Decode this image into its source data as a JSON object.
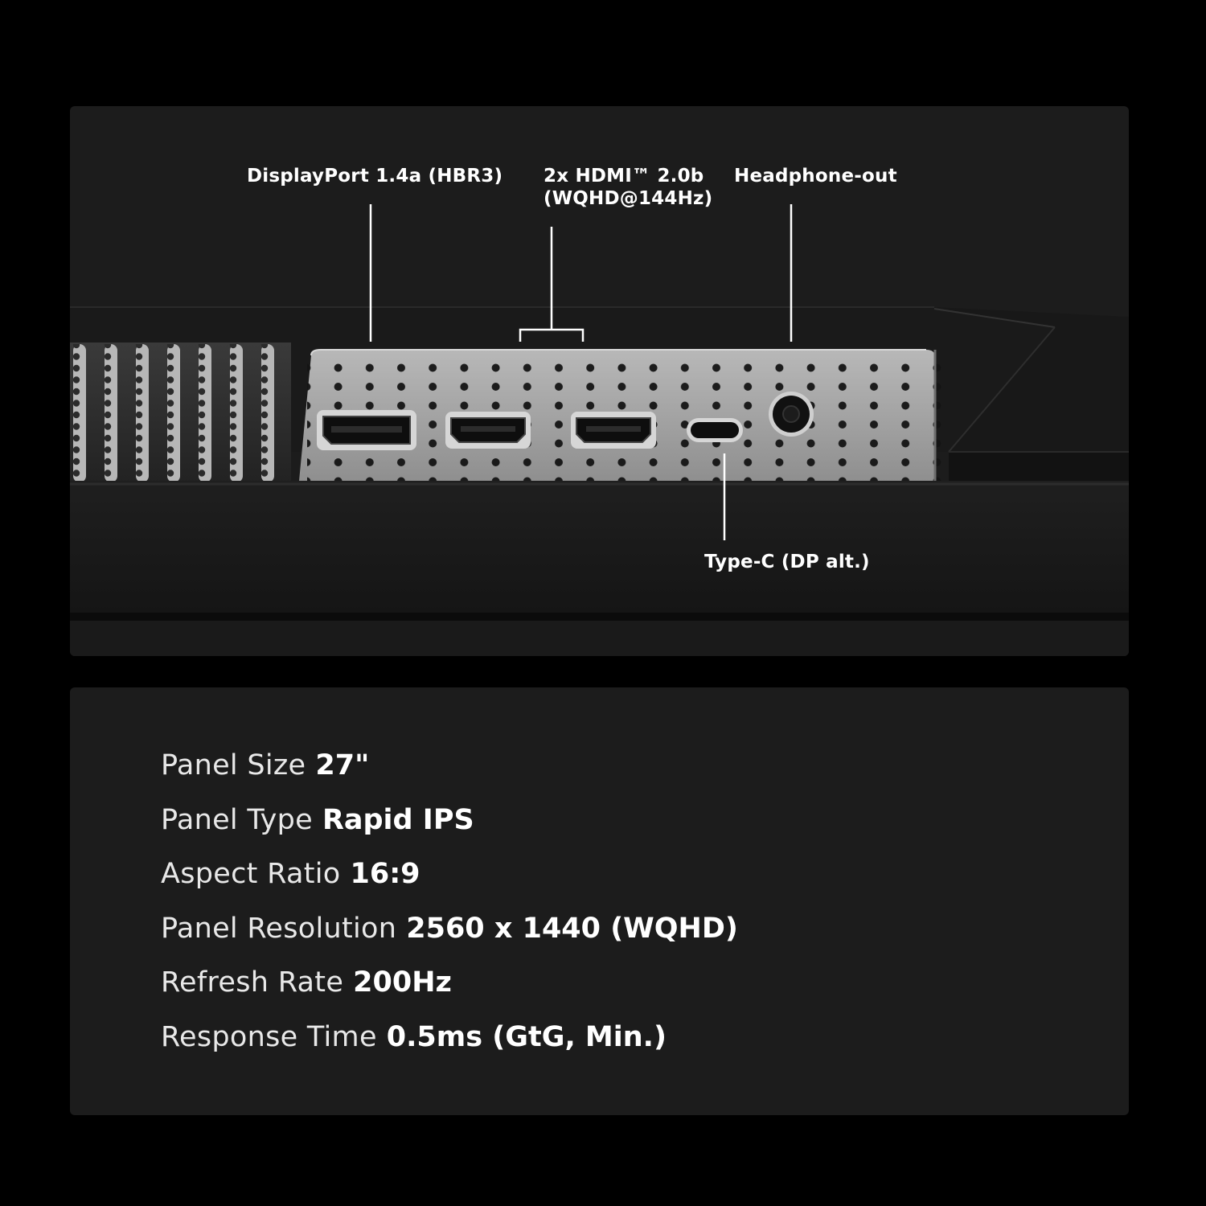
{
  "ports": {
    "displayport_label": "DisplayPort 1.4a (HBR3)",
    "hdmi_label_line1": "2x HDMI™ 2.0b",
    "hdmi_label_line2": "(WQHD@144Hz)",
    "headphone_label": "Headphone-out",
    "typec_label": "Type-C (DP alt.)"
  },
  "specs": [
    {
      "label": "Panel Size",
      "value": "27\""
    },
    {
      "label": "Panel Type",
      "value": "Rapid IPS"
    },
    {
      "label": "Aspect Ratio",
      "value": "16:9"
    },
    {
      "label": "Panel Resolution",
      "value": "2560 x 1440 (WQHD)"
    },
    {
      "label": "Refresh Rate",
      "value": "200Hz"
    },
    {
      "label": "Response Time",
      "value": "0.5ms (GtG, Min.)"
    }
  ],
  "colors": {
    "background": "#000000",
    "panel": "#1c1c1c",
    "port_plate": "#a9a9a9",
    "text": "#ffffff"
  }
}
